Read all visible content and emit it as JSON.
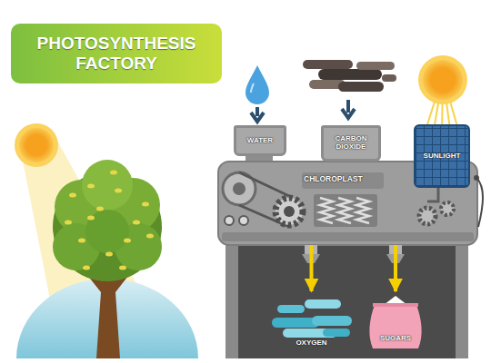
{
  "diagram": {
    "title": "PHOTOSYNTHESIS FACTORY",
    "nodes": [
      {
        "text": [
          "WATER"
        ]
      },
      {
        "text": [
          "CARBON DIOXIDE"
        ]
      },
      {
        "text": [
          "SUNLIGHT"
        ]
      },
      {
        "text": [
          "CHLOROPLAST"
        ]
      },
      {
        "text": [
          "OXYGEN"
        ]
      },
      {
        "text": [
          "SUGARS"
        ]
      }
    ],
    "edges": [
      {
        "from": 3,
        "to": 4,
        "arrow": "to"
      },
      {
        "from": 3,
        "to": 5,
        "arrow": "to"
      }
    ]
  }
}
